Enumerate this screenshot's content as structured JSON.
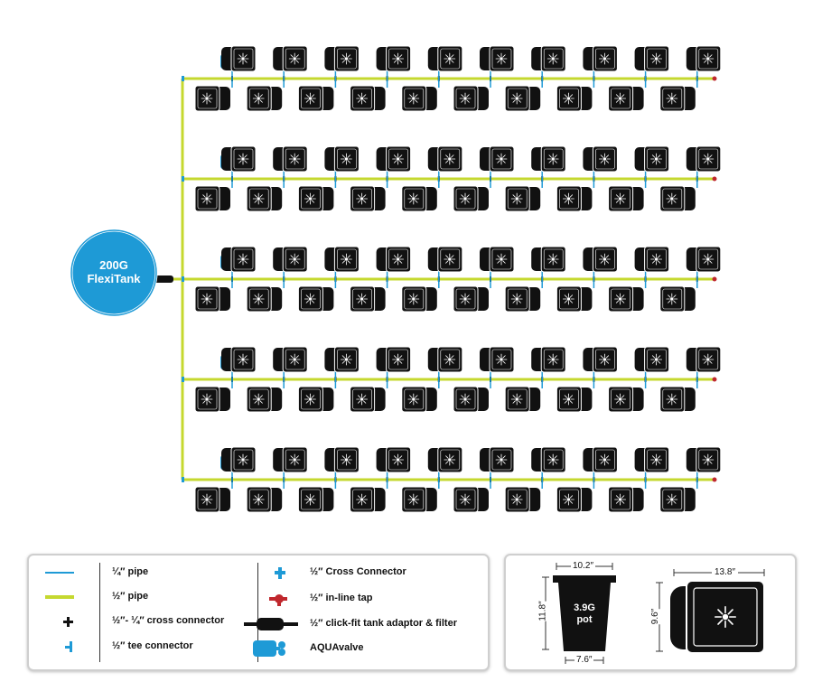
{
  "tank": {
    "line1": "200G",
    "line2": "FlexiTank"
  },
  "layout_info": {
    "rows": 5,
    "units_per_side": 10
  },
  "colors": {
    "main_pipe": "#c5d82f",
    "quarter_pipe": "#1e9ad6",
    "tank": "#1e9ad6",
    "pot": "#111111",
    "tap": "#c0272d"
  },
  "legend": {
    "items": [
      {
        "icon": "quarter-pipe-icon",
        "label": "¼″ pipe"
      },
      {
        "icon": "half-pipe-icon",
        "label": "½″ pipe"
      },
      {
        "icon": "cross-connector-black-icon",
        "label": "½″- ¼″ cross connector"
      },
      {
        "icon": "tee-connector-icon",
        "label": "½″ tee connector"
      },
      {
        "icon": "cross-connector-blue-icon",
        "label": "½″ Cross Connector"
      },
      {
        "icon": "inline-tap-icon",
        "label": "½″ in-line tap"
      },
      {
        "icon": "tank-adaptor-filter-icon",
        "label": "½″ click-fit tank adaptor & filter"
      },
      {
        "icon": "aquavalve-icon",
        "label": "AQUAvalve"
      }
    ]
  },
  "dimensions": {
    "pot_label_1": "3.9G",
    "pot_label_2": "pot",
    "pot_top": "10.2″",
    "pot_height": "11.8″",
    "pot_bottom": "7.6″",
    "tray_width": "13.8″",
    "tray_height": "9.6″"
  }
}
